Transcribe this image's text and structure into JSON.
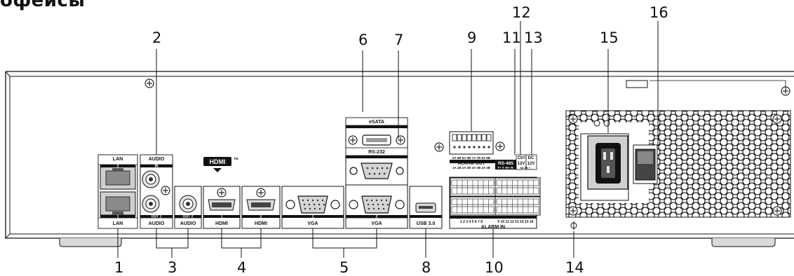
{
  "header": {
    "text": "офейсы"
  },
  "callouts": {
    "n1": "1",
    "n2": "2",
    "n3": "3",
    "n4": "4",
    "n5": "5",
    "n6": "6",
    "n7": "7",
    "n8": "8",
    "n9": "9",
    "n10": "10",
    "n11": "11",
    "n12": "12",
    "n13": "13",
    "n14": "14",
    "n15": "15",
    "n16": "16"
  },
  "panel_labels": {
    "lan_top": "LAN",
    "lan_top_num": "2",
    "lan_bottom": "LAN",
    "lan_bottom_num": "1",
    "audio_top": "AUDIO",
    "audio_in": "IN",
    "audio_out1": "OUT 1",
    "audio_bottom1": "AUDIO",
    "audio_out2": "OUT 2",
    "audio_bottom2": "AUDIO",
    "hdmi_logo": "HDMI",
    "hdmi_tm": "TM",
    "hdmi1_num": "1",
    "hdmi1": "HDMI",
    "hdmi2_num": "2",
    "hdmi2": "HDMI",
    "vga1_num": "1",
    "vga1": "VGA",
    "vga2_num": "2",
    "vga2": "VGA",
    "esata": "eSATA",
    "rs232": "RS-232",
    "usb": "USB 3.0",
    "alarm_out_nums_top": "5A 5B 6A 6B 7A 7B 8A 8B",
    "alarm_out": "ALARM OUT",
    "alarm_out_nums_bottom": "1A 1B 2A 2B 3A 3B 4A 4B",
    "rs485": "RS-485",
    "rs485_pins": "T+ T- R+ R-",
    "ctrl": "Ctrl",
    "ctrl_12v": "12V",
    "dc": "DC",
    "dc_12v": "12V",
    "dc_pins": "5A 5B + -",
    "alarm_in": "ALARM IN",
    "alarm_in_nums_left": "1 2 3 4 5 6 7 8",
    "alarm_in_nums_right": "9 10 11 12 13 14 15 16"
  }
}
